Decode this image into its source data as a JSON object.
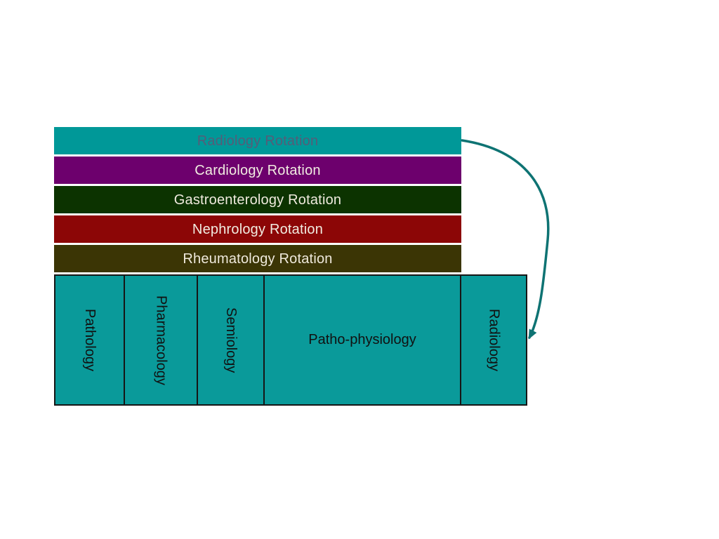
{
  "slide": {
    "background_color": "#ffffff",
    "rotation_bars": [
      {
        "label": "Radiology Rotation",
        "fill": "#009898",
        "text_color": "#555d78"
      },
      {
        "label": "Cardiology Rotation",
        "fill": "#6d006d",
        "text_color": "#f1ece1"
      },
      {
        "label": "Gastroenterology Rotation",
        "fill": "#0c3300",
        "text_color": "#efeadd"
      },
      {
        "label": "Nephrology Rotation",
        "fill": "#8c0606",
        "text_color": "#f1ece1"
      },
      {
        "label": "Rheumatology Rotation",
        "fill": "#3b3505",
        "text_color": "#efe9dc"
      }
    ],
    "course_table": {
      "fill": "#0a9a9a",
      "border_color": "#161616",
      "text_color": "#111111",
      "columns": [
        {
          "label": "Pathology",
          "orientation": "vertical"
        },
        {
          "label": "Pharmacology",
          "orientation": "vertical"
        },
        {
          "label": "Semiology",
          "orientation": "vertical"
        },
        {
          "label": "Patho-physiology",
          "orientation": "horizontal"
        },
        {
          "label": "Radiology",
          "orientation": "vertical"
        }
      ]
    },
    "arrow": {
      "color": "#0e7373",
      "from": "radiology-rotation-bar",
      "to": "radiology-column"
    }
  }
}
